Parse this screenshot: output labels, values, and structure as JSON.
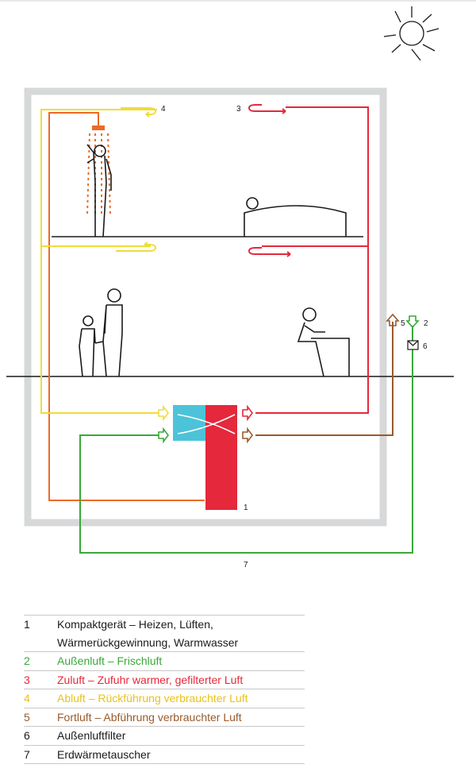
{
  "colors": {
    "frame": "#d7d8d9",
    "figure": "#1a1a1a",
    "green": "#3aa83a",
    "red": "#e5283b",
    "yellow": "#f0dc3a",
    "orange": "#ec6a28",
    "brown": "#9a5a2c",
    "cyan": "#4cc3d9"
  },
  "icons": {
    "sun": "sun-icon",
    "shower": "shower-icon",
    "filter": "filter-icon"
  },
  "diagram_labels": {
    "l1": "1",
    "l2": "2",
    "l3": "3",
    "l4": "4",
    "l5": "5",
    "l6": "6",
    "l7": "7"
  },
  "legend": [
    {
      "num": "1",
      "text": "Kompaktgerät – Heizen, Lüften,\nWärmerückgewinnung, Warmwasser",
      "color": "#1a1a1a"
    },
    {
      "num": "2",
      "text": "Außenluft – Frischluft",
      "color": "#3aa83a"
    },
    {
      "num": "3",
      "text": "Zuluft – Zufuhr warmer, gefilterter Luft",
      "color": "#e5283b"
    },
    {
      "num": "4",
      "text": "Abluft – Rückführung verbrauchter Luft",
      "color": "#e8c21e"
    },
    {
      "num": "5",
      "text": "Fortluft – Abführung verbrauchter Luft",
      "color": "#9a5a2c"
    },
    {
      "num": "6",
      "text": "Außenluftfilter",
      "color": "#1a1a1a"
    },
    {
      "num": "7",
      "text": "Erdwärmetauscher",
      "color": "#1a1a1a"
    }
  ]
}
